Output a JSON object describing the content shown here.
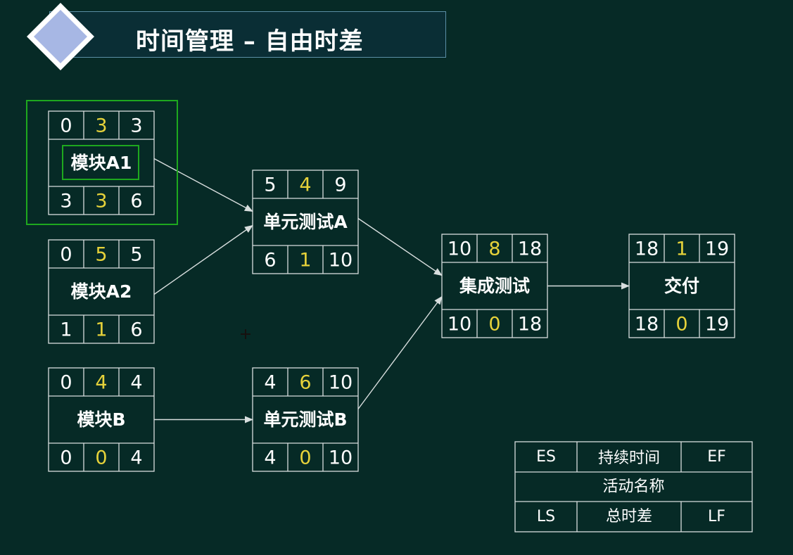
{
  "title": "时间管理 – 自由时差",
  "colors": {
    "background": "#062a26",
    "line": "#d8dede",
    "text": "#ffffff",
    "highlight_value": "#e6d23a",
    "selection_frame": "#1ea81e"
  },
  "nodes": [
    {
      "id": "a1",
      "name": "模块A1",
      "es": "0",
      "dur": "3",
      "ef": "3",
      "ls": "3",
      "tf": "3",
      "lf": "6",
      "selected": true
    },
    {
      "id": "a2",
      "name": "模块A2",
      "es": "0",
      "dur": "5",
      "ef": "5",
      "ls": "1",
      "tf": "1",
      "lf": "6"
    },
    {
      "id": "b",
      "name": "模块B",
      "es": "0",
      "dur": "4",
      "ef": "4",
      "ls": "0",
      "tf": "0",
      "lf": "4"
    },
    {
      "id": "uta",
      "name": "单元测试A",
      "es": "5",
      "dur": "4",
      "ef": "9",
      "ls": "6",
      "tf": "1",
      "lf": "10"
    },
    {
      "id": "utb",
      "name": "单元测试B",
      "es": "4",
      "dur": "6",
      "ef": "10",
      "ls": "4",
      "tf": "0",
      "lf": "10"
    },
    {
      "id": "it",
      "name": "集成测试",
      "es": "10",
      "dur": "8",
      "ef": "18",
      "ls": "10",
      "tf": "0",
      "lf": "18"
    },
    {
      "id": "del",
      "name": "交付",
      "es": "18",
      "dur": "1",
      "ef": "19",
      "ls": "18",
      "tf": "0",
      "lf": "19"
    }
  ],
  "edges": [
    {
      "from": "a1",
      "to": "uta"
    },
    {
      "from": "a2",
      "to": "uta"
    },
    {
      "from": "b",
      "to": "utb"
    },
    {
      "from": "uta",
      "to": "it"
    },
    {
      "from": "utb",
      "to": "it"
    },
    {
      "from": "it",
      "to": "del"
    }
  ],
  "legend": {
    "es": "ES",
    "duration": "持续时间",
    "ef": "EF",
    "name": "活动名称",
    "ls": "LS",
    "total_float": "总时差",
    "lf": "LF"
  }
}
